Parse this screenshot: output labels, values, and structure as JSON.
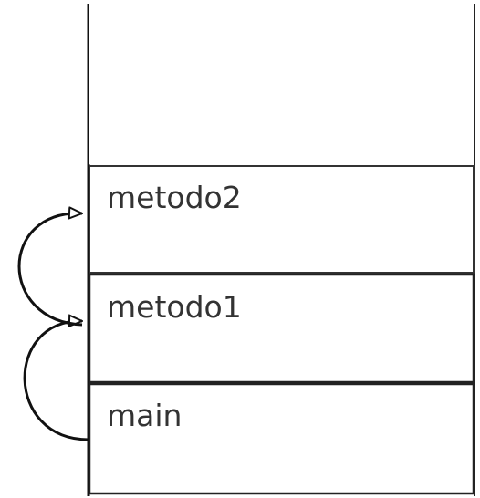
{
  "stack": {
    "frames": [
      {
        "label": "metodo2"
      },
      {
        "label": "metodo1"
      },
      {
        "label": "main"
      }
    ]
  }
}
